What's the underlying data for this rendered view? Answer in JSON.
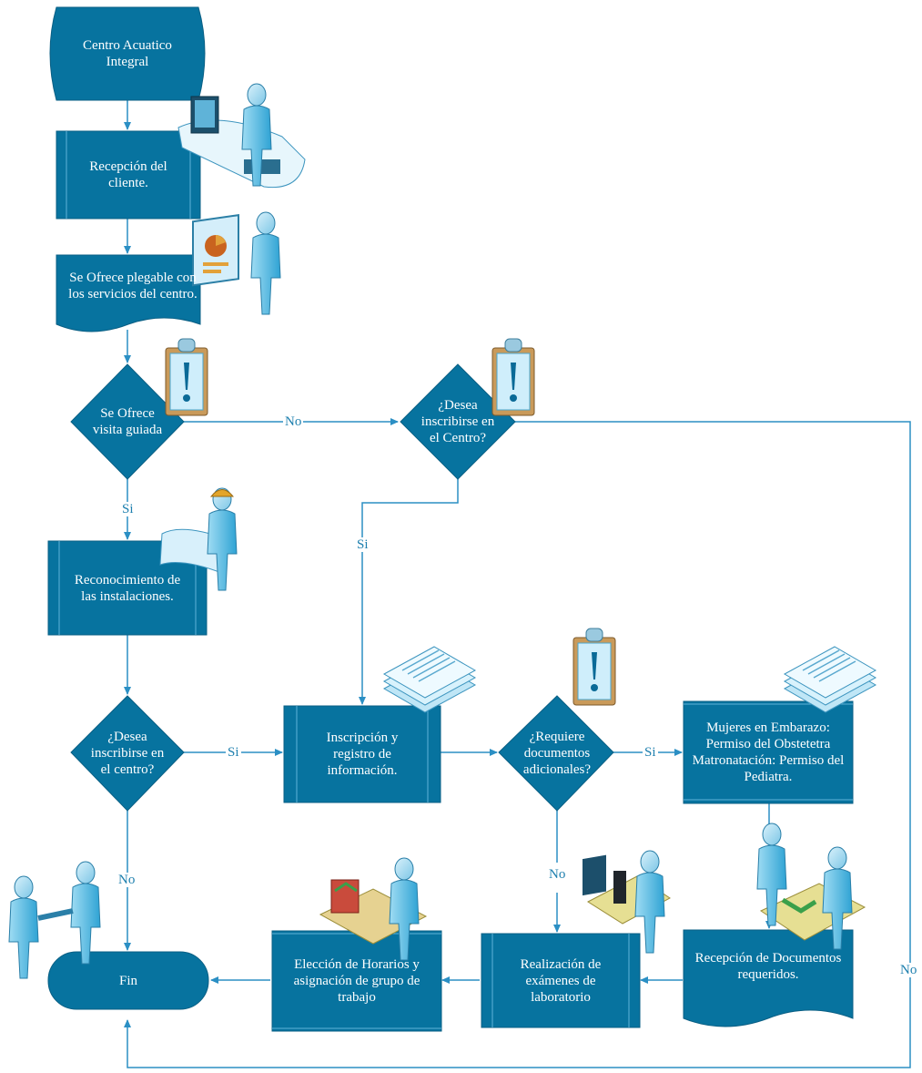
{
  "diagram": {
    "colors": {
      "shape_fill": "#07739f",
      "shape_line": "#0a5f84",
      "connector": "#2b8fc4",
      "label_text": "#ffffff",
      "edge_label": "#1d7fae"
    },
    "nodes": {
      "start": "Centro Acuatico\nIntegral",
      "reception": "Recepción del\ncliente.",
      "brochure": "Se Ofrece plegable con\nlos servicios del centro.",
      "tour_decision": "Se Ofrece\nvisita guiada",
      "enroll_decision_top": "¿Desea\ninscribirse en\nel Centro?",
      "facilities": "Reconocimiento de\nlas instalaciones.",
      "enroll_decision_left": "¿Desea\ninscribirse en\nel centro?",
      "registration": "Inscripción y\nregistro de\ninformación.",
      "docs_decision": "¿Requiere\ndocumentos\nadicionales?",
      "permissions": "Mujeres en Embarazo:\nPermiso del Obstetetra\nMatronatación: Permiso del\nPediatra.",
      "docs_reception": "Recepción de Documentos\nrequeridos.",
      "lab_tests": "Realización de\nexámenes de\nlaboratorio",
      "schedule": "Elección de Horarios y\nasignación de grupo de\ntrabajo",
      "end": "Fin"
    },
    "edge_labels": {
      "tour_no": "No",
      "tour_yes": "Si",
      "top_enroll_yes": "Si",
      "left_enroll_yes": "Si",
      "docs_yes": "Si",
      "left_enroll_no": "No",
      "docs_no": "No",
      "top_enroll_no": "No"
    },
    "icons": [
      "receptionist-desk-icon",
      "presenter-chart-icon",
      "clipboard-alert-icon",
      "architect-blueprint-icon",
      "documents-stack-icon",
      "lab-technician-icon",
      "document-handover-icon",
      "office-worker-icon",
      "handshake-icon"
    ]
  }
}
